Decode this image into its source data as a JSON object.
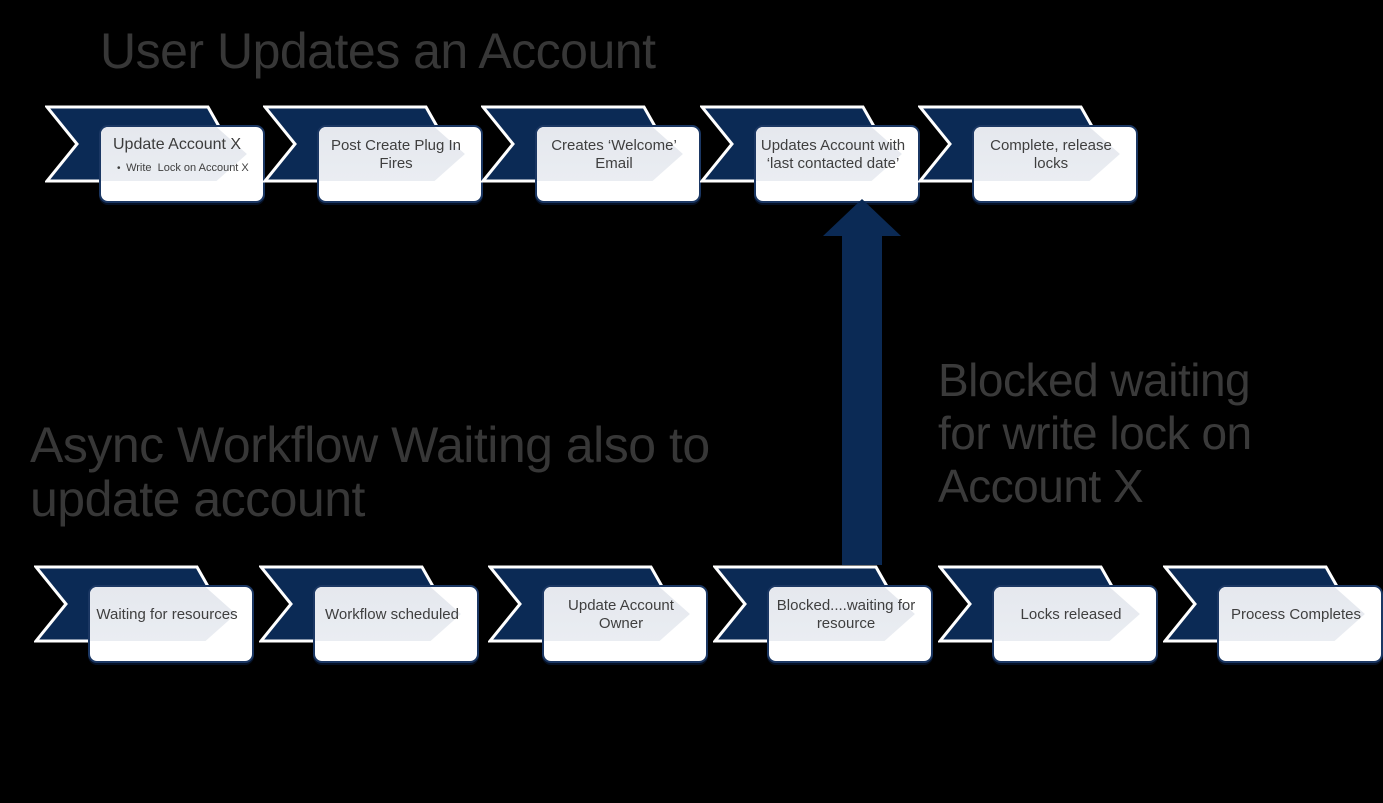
{
  "titles": {
    "top": "User Updates an Account",
    "bottom": "Async Workflow Waiting also to\nupdate account",
    "annotation": "Blocked waiting\nfor write lock on\nAccount X"
  },
  "colors": {
    "background": "#000000",
    "chevron_navy": "#0b2a55",
    "chevron_outline": "#ffffff",
    "card_border": "#1b3763",
    "card_accent_gray": "#e7eaef",
    "title_text": "#373737",
    "card_text": "#3f3f3f"
  },
  "top_row": {
    "steps": [
      {
        "title": "Update Account X",
        "bullet": "Write  Lock on Account X"
      },
      {
        "title": "Post Create Plug In Fires"
      },
      {
        "title": "Creates ‘Welcome’ Email"
      },
      {
        "title": "Updates Account with ‘last contacted date’"
      },
      {
        "title": "Complete, release locks"
      }
    ]
  },
  "bottom_row": {
    "steps": [
      {
        "title": "Waiting for resources"
      },
      {
        "title": "Workflow scheduled"
      },
      {
        "title": "Update Account Owner"
      },
      {
        "title": "Blocked....waiting for resource"
      },
      {
        "title": "Locks released"
      },
      {
        "title": "Process Completes"
      }
    ]
  }
}
